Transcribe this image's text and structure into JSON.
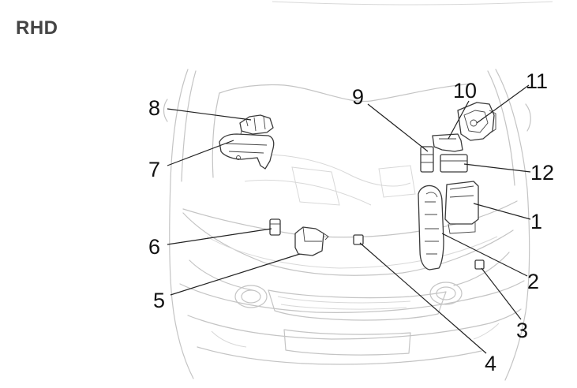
{
  "heading": "RHD",
  "callouts": [
    {
      "id": "1",
      "label": "1"
    },
    {
      "id": "2",
      "label": "2"
    },
    {
      "id": "3",
      "label": "3"
    },
    {
      "id": "4",
      "label": "4"
    },
    {
      "id": "5",
      "label": "5"
    },
    {
      "id": "6",
      "label": "6"
    },
    {
      "id": "7",
      "label": "7"
    },
    {
      "id": "8",
      "label": "8"
    },
    {
      "id": "9",
      "label": "9"
    },
    {
      "id": "10",
      "label": "10"
    },
    {
      "id": "11",
      "label": "11"
    },
    {
      "id": "12",
      "label": "12"
    }
  ]
}
